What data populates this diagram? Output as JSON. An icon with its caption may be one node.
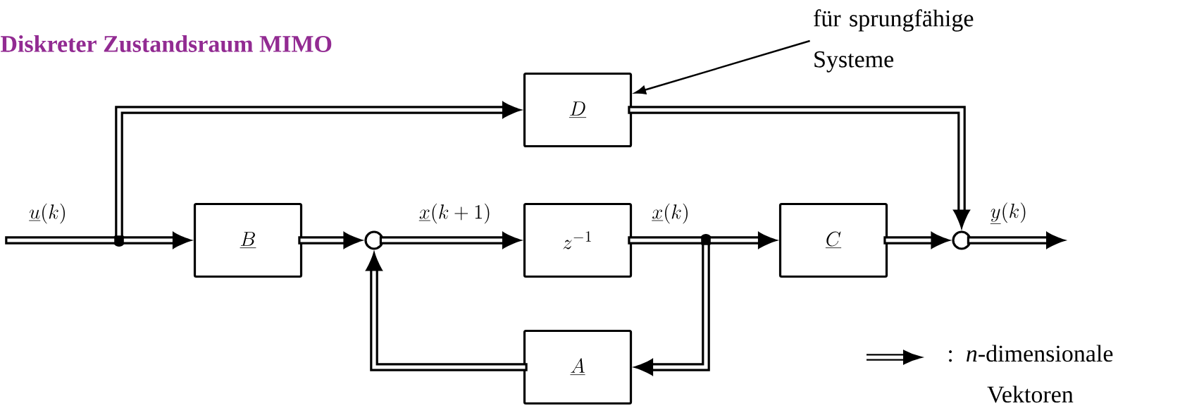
{
  "diagram": {
    "title": "Diskreter Zustandsraum MIMO",
    "nodes": [
      {
        "text": [
          "für sprungfähige Systeme"
        ]
      },
      {
        "text": [
          "\\underline{D}"
        ]
      },
      {
        "text": [],
        "shape": "dot"
      },
      {
        "text": [
          "\\underline{B}"
        ]
      },
      {
        "text": [],
        "shape": "circle"
      },
      {
        "text": [
          "z^{-1}"
        ]
      },
      {
        "text": [],
        "shape": "dot"
      },
      {
        "text": [
          "\\underline{C}"
        ]
      },
      {
        "text": [],
        "shape": "circle"
      },
      {
        "text": [
          "\\underline{A}"
        ]
      }
    ],
    "edges": [
      {
        "from": 0,
        "to": 1,
        "arrow": "to"
      },
      {
        "from": null,
        "to": 2,
        "arrow": "none",
        "label": "\\underline{u}(k)"
      },
      {
        "from": 2,
        "to": 3,
        "arrow": "to"
      },
      {
        "from": 2,
        "to": 1,
        "arrow": "to"
      },
      {
        "from": 3,
        "to": 4,
        "arrow": "to"
      },
      {
        "from": 4,
        "to": 5,
        "arrow": "to",
        "label": "\\underline{x}(k+1)"
      },
      {
        "from": 5,
        "to": 6,
        "arrow": "none",
        "label": "\\underline{x}(k)"
      },
      {
        "from": 6,
        "to": 7,
        "arrow": "to"
      },
      {
        "from": 6,
        "to": 9,
        "arrow": "to"
      },
      {
        "from": 9,
        "to": 4,
        "arrow": "to"
      },
      {
        "from": 7,
        "to": 8,
        "arrow": "to"
      },
      {
        "from": 1,
        "to": 8,
        "arrow": "to"
      },
      {
        "from": 8,
        "to": null,
        "arrow": "to",
        "label": "\\underline{y}(k)"
      }
    ],
    "legend": [
      {
        "text": ": *n*-dimensionale Vektoren"
      }
    ]
  }
}
